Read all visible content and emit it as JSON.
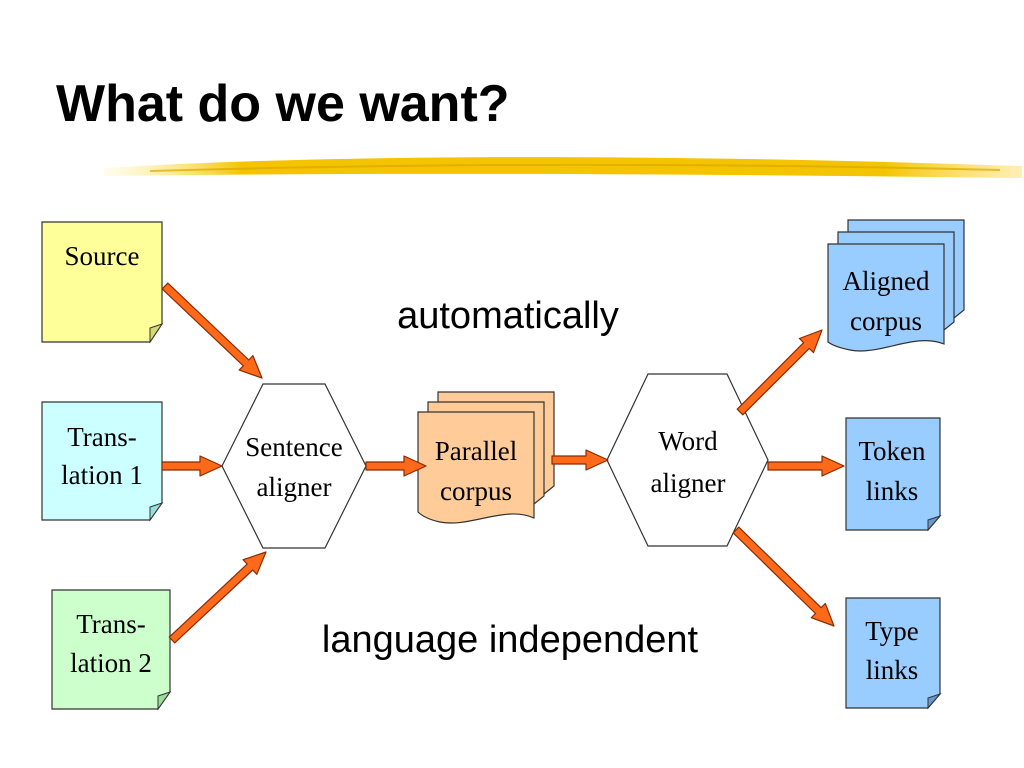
{
  "slide": {
    "title": "What do we want?"
  },
  "colors": {
    "accent_underline": "#f5c400",
    "arrow_fill": "#ff6a1a",
    "arrow_stroke": "#8a2a00",
    "source": "#ffff99",
    "translation1": "#ccffff",
    "translation2": "#ccffcc",
    "parallel_corpus": "#ffcc99",
    "outputs": "#99ccff",
    "aligner": "#ffffff"
  },
  "diagram": {
    "source": {
      "line1": "Source"
    },
    "translation1": {
      "line1": "Trans-",
      "line2": "lation 1"
    },
    "translation2": {
      "line1": "Trans-",
      "line2": "lation 2"
    },
    "sentence_aligner": {
      "line1": "Sentence",
      "line2": "aligner"
    },
    "parallel_corpus": {
      "line1": "Parallel",
      "line2": "corpus"
    },
    "word_aligner": {
      "line1": "Word",
      "line2": "aligner"
    },
    "aligned_corpus": {
      "line1": "Aligned",
      "line2": "corpus"
    },
    "token_links": {
      "line1": "Token",
      "line2": "links"
    },
    "type_links": {
      "line1": "Type",
      "line2": "links"
    },
    "note_top": "automatically",
    "note_bottom": "language independent"
  }
}
